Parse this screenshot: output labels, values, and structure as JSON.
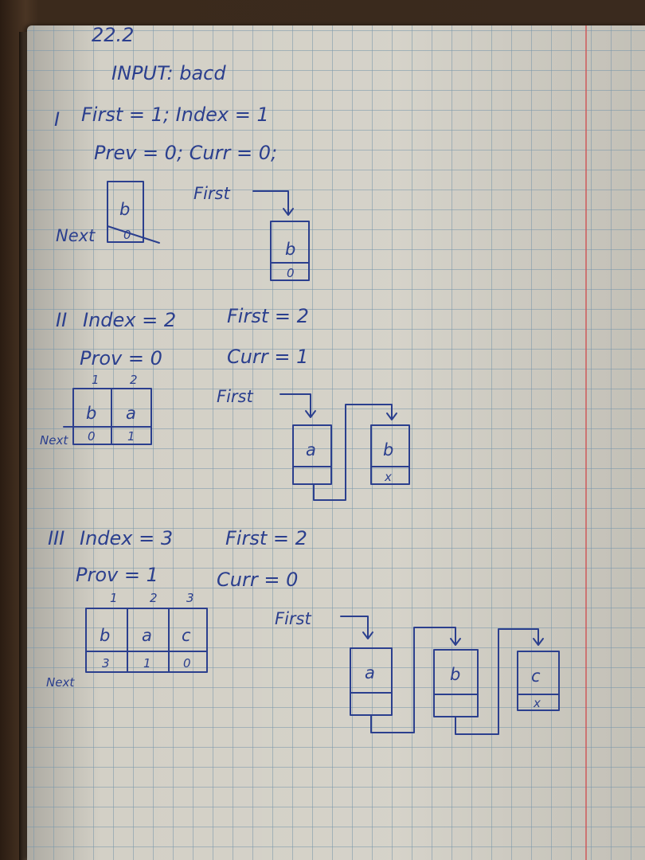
{
  "notebook": {
    "header": {
      "problem_number": "22.2",
      "input_line": "INPUT: bacd"
    },
    "step1": {
      "numeral": "I",
      "line1": "First = 1; Index = 1",
      "line2": "Prev = 0; Curr = 0;",
      "array": {
        "values": [
          "b"
        ],
        "next": [
          "0"
        ],
        "row_label": "Next"
      },
      "list": {
        "pointer_label": "First",
        "nodes": [
          {
            "value": "b",
            "next": "0"
          }
        ]
      }
    },
    "step2": {
      "numeral": "II",
      "index": "Index = 2",
      "first": "First = 2",
      "prev": "Prov = 0",
      "curr": "Curr = 1",
      "array": {
        "indices": [
          "1",
          "2"
        ],
        "values": [
          "b",
          "a"
        ],
        "next": [
          "0",
          "1"
        ],
        "row_label": "Next"
      },
      "list": {
        "pointer_label": "First",
        "nodes": [
          {
            "value": "a",
            "next": ""
          },
          {
            "value": "b",
            "next": "x"
          }
        ]
      }
    },
    "step3": {
      "numeral": "III",
      "index": "Index = 3",
      "first": "First = 2",
      "prev": "Prov = 1",
      "curr": "Curr = 0",
      "array": {
        "indices": [
          "1",
          "2",
          "3"
        ],
        "values": [
          "b",
          "a",
          "c"
        ],
        "next": [
          "3",
          "1",
          "0"
        ],
        "row_label": "Next"
      },
      "list": {
        "pointer_label": "First",
        "nodes": [
          {
            "value": "a",
            "next": ""
          },
          {
            "value": "b",
            "next": ""
          },
          {
            "value": "c",
            "next": "x"
          }
        ]
      }
    }
  }
}
